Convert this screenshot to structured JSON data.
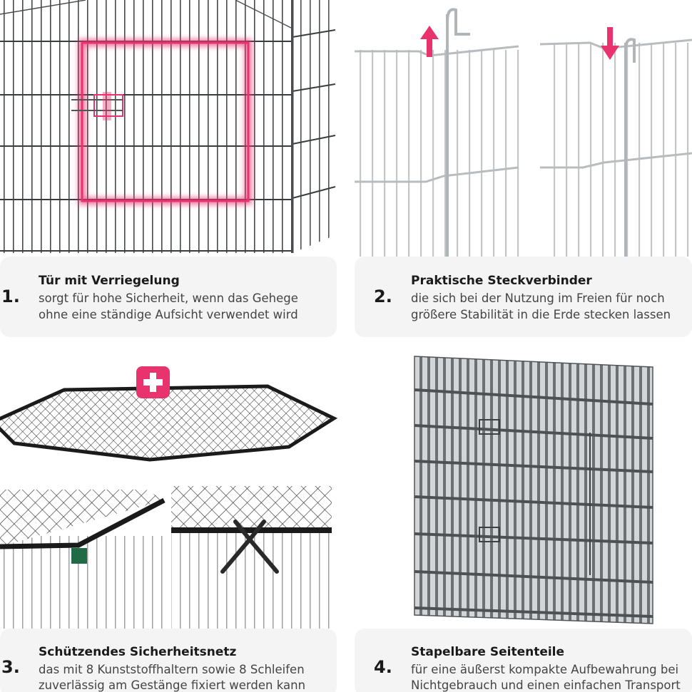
{
  "features": [
    {
      "number": "1.",
      "title": "Tür mit Verriegelung",
      "lines": [
        "sorgt für hohe Sicherheit, wenn das Gehege",
        "ohne eine ständige Aufsicht verwendet wird"
      ]
    },
    {
      "number": "2.",
      "title": "Praktische Steckverbinder",
      "lines": [
        "die sich bei der Nutzung im Freien für noch",
        "größere Stabilität in die Erde stecken lassen"
      ]
    },
    {
      "number": "3.",
      "title": "Schützendes Sicherheitsnetz",
      "lines": [
        "das mit 8 Kunststoffhaltern sowie 8 Schleifen",
        "zuverlässig am Gestänge fixiert werden kann"
      ]
    },
    {
      "number": "4.",
      "title": "Stapelbare Seitenteile",
      "lines": [
        "für eine äußerst kompakte Aufbewahrung bei",
        "Nichtgebrauch und einen einfachen Transport"
      ]
    }
  ],
  "colors": {
    "accent": "#e8336e",
    "caption_bg": "#f4f4f4",
    "wire_dark": "#3a3d40",
    "wire_light": "#c4c7ca",
    "net_clip": "#1f6b45"
  },
  "icons": [
    "up-arrow-icon",
    "down-arrow-icon",
    "plus-icon"
  ]
}
